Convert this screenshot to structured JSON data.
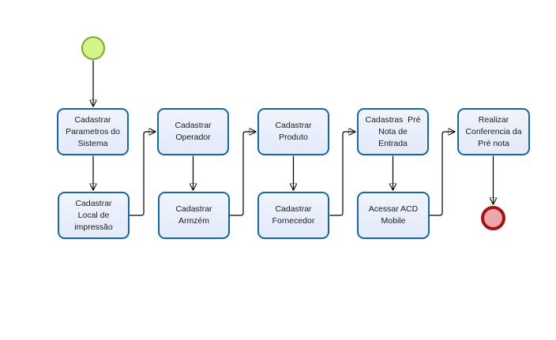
{
  "diagram": {
    "type": "flowchart",
    "background": "#ffffff",
    "colors": {
      "task_fill": "#e9eefb",
      "task_border": "#16689e",
      "start_fill": "#d6f289",
      "start_border": "#70ad2f",
      "end_fill": "#eca8a8",
      "end_border": "#a61317",
      "connector": "#000000",
      "text": "#1b1b1b"
    },
    "start_event": {
      "id": "start",
      "shape": "circle"
    },
    "end_event": {
      "id": "end",
      "shape": "circle"
    },
    "nodes": [
      {
        "id": "n1",
        "label": "Cadastrar\nParametros do\nSistema"
      },
      {
        "id": "n2",
        "label": "Cadastrar\nOperador"
      },
      {
        "id": "n3",
        "label": "Cadastrar\nProduto"
      },
      {
        "id": "n4",
        "label": "Cadastras  Pré\nNota de\nEntrada"
      },
      {
        "id": "n5",
        "label": "Realizar\nConferencia da\nPré nota"
      },
      {
        "id": "n6",
        "label": "Cadastrar\nLocal de\nimpressão"
      },
      {
        "id": "n7",
        "label": "Cadastrar\nArmzém"
      },
      {
        "id": "n8",
        "label": "Cadastrar\nFornecedor"
      },
      {
        "id": "n9",
        "label": "Acessar ACD\nMobile"
      }
    ],
    "edges": [
      {
        "from": "start",
        "to": "n1"
      },
      {
        "from": "n1",
        "to": "n6"
      },
      {
        "from": "n6",
        "to": "n2"
      },
      {
        "from": "n2",
        "to": "n7"
      },
      {
        "from": "n7",
        "to": "n3"
      },
      {
        "from": "n3",
        "to": "n8"
      },
      {
        "from": "n8",
        "to": "n4"
      },
      {
        "from": "n4",
        "to": "n9"
      },
      {
        "from": "n9",
        "to": "n5"
      },
      {
        "from": "n5",
        "to": "end"
      }
    ]
  }
}
